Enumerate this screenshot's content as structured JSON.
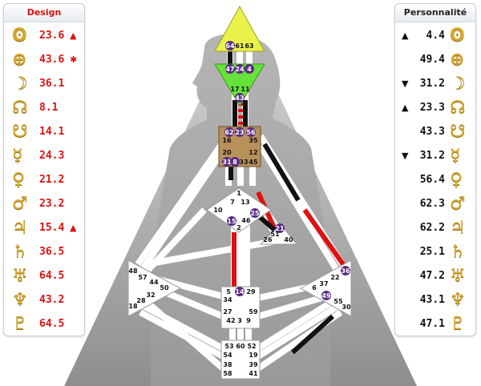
{
  "design": {
    "title": "Design",
    "rows": [
      {
        "icon": "sun-icon",
        "glyph": "ʘ",
        "value": "23.6",
        "marker": "▲"
      },
      {
        "icon": "earth-icon",
        "glyph": "⊕",
        "value": "43.6",
        "marker": "✱"
      },
      {
        "icon": "moon-icon",
        "glyph": "☽",
        "value": "36.1",
        "marker": ""
      },
      {
        "icon": "north-node-icon",
        "glyph": "☊",
        "value": "8.1",
        "marker": ""
      },
      {
        "icon": "south-node-icon",
        "glyph": "☋",
        "value": "14.1",
        "marker": ""
      },
      {
        "icon": "mercury-icon",
        "glyph": "☿",
        "value": "24.3",
        "marker": ""
      },
      {
        "icon": "venus-icon",
        "glyph": "♀",
        "value": "21.2",
        "marker": ""
      },
      {
        "icon": "mars-icon",
        "glyph": "♂",
        "value": "23.2",
        "marker": ""
      },
      {
        "icon": "jupiter-icon",
        "glyph": "♃",
        "value": "15.4",
        "marker": "▲"
      },
      {
        "icon": "saturn-icon",
        "glyph": "♄",
        "value": "36.5",
        "marker": ""
      },
      {
        "icon": "uranus-icon",
        "glyph": "♅",
        "value": "64.5",
        "marker": ""
      },
      {
        "icon": "neptune-icon",
        "glyph": "♆",
        "value": "43.2",
        "marker": ""
      },
      {
        "icon": "pluto-icon",
        "glyph": "♇",
        "value": "64.5",
        "marker": ""
      }
    ]
  },
  "personality": {
    "title": "Personnalité",
    "rows": [
      {
        "icon": "sun-icon",
        "glyph": "ʘ",
        "value": "4.4",
        "marker": "▲"
      },
      {
        "icon": "earth-icon",
        "glyph": "⊕",
        "value": "49.4",
        "marker": ""
      },
      {
        "icon": "moon-icon",
        "glyph": "☽",
        "value": "31.2",
        "marker": "▼"
      },
      {
        "icon": "north-node-icon",
        "glyph": "☊",
        "value": "23.3",
        "marker": "▲"
      },
      {
        "icon": "south-node-icon",
        "glyph": "☋",
        "value": "43.3",
        "marker": ""
      },
      {
        "icon": "mercury-icon",
        "glyph": "☿",
        "value": "31.2",
        "marker": "▼"
      },
      {
        "icon": "venus-icon",
        "glyph": "♀",
        "value": "56.4",
        "marker": ""
      },
      {
        "icon": "mars-icon",
        "glyph": "♂",
        "value": "62.3",
        "marker": ""
      },
      {
        "icon": "jupiter-icon",
        "glyph": "♃",
        "value": "62.2",
        "marker": ""
      },
      {
        "icon": "saturn-icon",
        "glyph": "♄",
        "value": "25.1",
        "marker": ""
      },
      {
        "icon": "uranus-icon",
        "glyph": "♅",
        "value": "47.2",
        "marker": ""
      },
      {
        "icon": "neptune-icon",
        "glyph": "♆",
        "value": "43.1",
        "marker": ""
      },
      {
        "icon": "pluto-icon",
        "glyph": "♇",
        "value": "47.1",
        "marker": ""
      }
    ]
  },
  "bodygraph": {
    "head_gates": [
      "64",
      "61",
      "63"
    ],
    "ajna_gates": [
      "47",
      "24",
      "4",
      "17",
      "11",
      "43"
    ],
    "throat_gates": [
      "62",
      "23",
      "56",
      "16",
      "35",
      "20",
      "12",
      "31",
      "8",
      "33",
      "45"
    ],
    "g_gates": [
      "1",
      "7",
      "13",
      "10",
      "15",
      "46",
      "2",
      "25"
    ],
    "ego_gates": [
      "21",
      "51",
      "26",
      "40"
    ],
    "spleen_gates": [
      "48",
      "57",
      "44",
      "50",
      "32",
      "28",
      "18"
    ],
    "sacral_gates": [
      "5",
      "14",
      "29",
      "34",
      "27",
      "59",
      "42",
      "3",
      "9"
    ],
    "solar_plexus_gates": [
      "36",
      "22",
      "6",
      "37",
      "49",
      "55",
      "30"
    ],
    "root_gates": [
      "53",
      "60",
      "52",
      "54",
      "19",
      "38",
      "39",
      "58",
      "41"
    ],
    "activated_gates": [
      "64",
      "47",
      "24",
      "4",
      "43",
      "62",
      "23",
      "56",
      "31",
      "8",
      "15",
      "25",
      "21",
      "14",
      "36",
      "49"
    ],
    "colors": {
      "head": "#e8f24a",
      "ajna": "#66e23a",
      "throat": "#b8905a",
      "undefined_center": "#ffffff",
      "activation_design": "#e11010",
      "activation_personality": "#111111",
      "gate_dot": "#5a2b84"
    }
  }
}
